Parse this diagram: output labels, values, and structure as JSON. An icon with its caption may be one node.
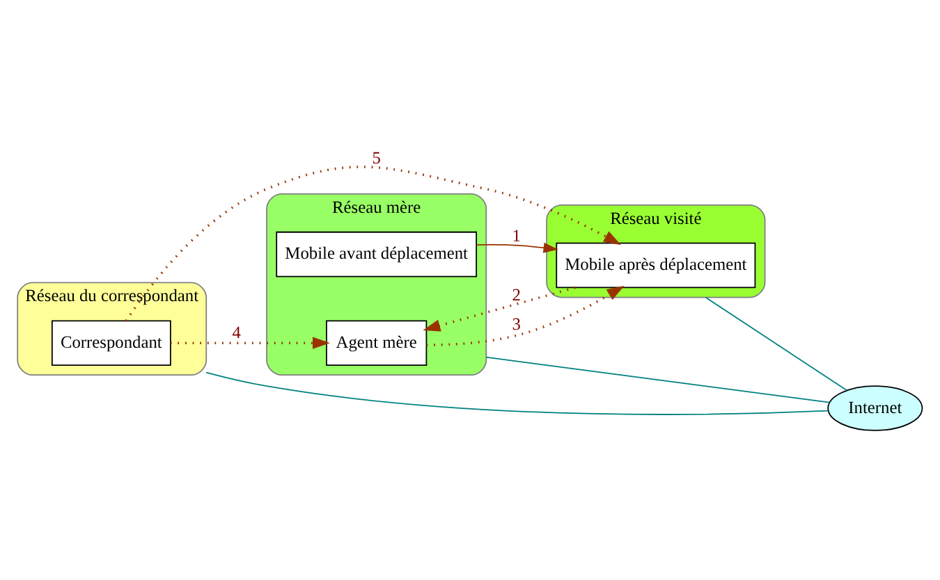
{
  "diagram": {
    "nodes": [
      {
        "text": [
          "Réseau du correspondant"
        ]
      },
      {
        "text": [
          "Correspondant"
        ],
        "in": 0
      },
      {
        "text": [
          "Réseau mère"
        ]
      },
      {
        "text": [
          "Agent mère"
        ],
        "in": 2
      },
      {
        "text": [
          "Mobile avant déplacement"
        ],
        "in": 2
      },
      {
        "text": [
          "Internet"
        ]
      },
      {
        "text": [
          "Réseau visité"
        ]
      },
      {
        "text": [
          "Mobile après déplacement"
        ],
        "in": 6
      }
    ],
    "edges": [
      {
        "from": 0,
        "to": 5,
        "arrow": "none",
        "color": "#008080"
      },
      {
        "from": 2,
        "to": 5,
        "arrow": "none",
        "color": "#008080"
      },
      {
        "from": 6,
        "to": 5,
        "arrow": "none",
        "color": "#008080"
      },
      {
        "from": 4,
        "to": 7,
        "arrow": "to",
        "label": "1"
      },
      {
        "from": 7,
        "to": 3,
        "arrow": "to",
        "label": "2",
        "style": "dashed"
      },
      {
        "from": 3,
        "to": 7,
        "arrow": "to",
        "label": "3",
        "style": "dashed"
      },
      {
        "from": 1,
        "to": 3,
        "arrow": "to",
        "label": "4",
        "style": "dashed"
      },
      {
        "from": 1,
        "to": 7,
        "arrow": "to",
        "label": "5",
        "style": "dashed"
      }
    ]
  }
}
